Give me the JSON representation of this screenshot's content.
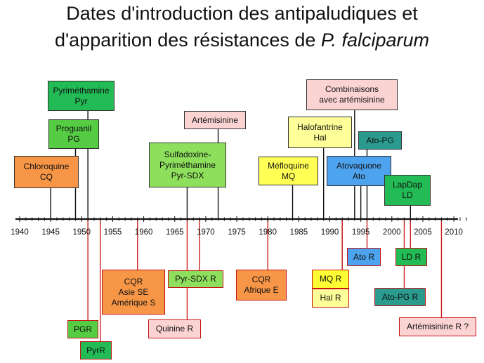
{
  "title": {
    "line1": "Dates d'introduction des antipaludiques et",
    "line2_prefix": "d'apparition des résistances de ",
    "line2_italic": "P. falciparum"
  },
  "colors": {
    "axis": "#111111",
    "drug_stem": "#111111",
    "resistance_stem": "#cc2020",
    "resistance_border": "#c81414"
  },
  "axis": {
    "range": [
      1940,
      2012
    ],
    "ticks": [
      1940,
      1945,
      1950,
      1955,
      1960,
      1965,
      1970,
      1975,
      1980,
      1985,
      1990,
      1995,
      2000,
      2005,
      2010
    ]
  },
  "drugs": [
    {
      "lines": [
        "Chloroquine",
        "CQ"
      ],
      "year": 1945,
      "color": "#f79646"
    },
    {
      "lines": [
        "Proguanil",
        "PG"
      ],
      "year": 1949,
      "color": "#55cc44"
    },
    {
      "lines": [
        "Pyriméthamine",
        "Pyr"
      ],
      "year": 1951,
      "color": "#22bb55"
    },
    {
      "lines": [
        "Sulfadoxine-",
        "Pyriméthamine",
        "Pyr-SDX"
      ],
      "year": 1967,
      "color": "#8ee05c"
    },
    {
      "lines": [
        "Artémisinine"
      ],
      "year": 1972,
      "color": "#fbd3d3"
    },
    {
      "lines": [
        "Méfloquine",
        "MQ"
      ],
      "year": 1984,
      "color": "#ffff55"
    },
    {
      "lines": [
        "Halofantrine",
        "Hal"
      ],
      "year": 1989,
      "color": "#ffff99"
    },
    {
      "lines": [
        "Combinaisons",
        "avec artémisinine"
      ],
      "year": 1994,
      "color": "#fbd3d3"
    },
    {
      "lines": [
        "Atovaquone",
        "Ato"
      ],
      "year": 1995,
      "color": "#4da3ee"
    },
    {
      "lines": [
        "Ato-PG"
      ],
      "year": 1996,
      "color": "#2a9b8e"
    },
    {
      "lines": [
        "LapDap",
        "LD"
      ],
      "year": 2003,
      "color": "#22bb55"
    }
  ],
  "resistances": [
    {
      "lines": [
        "PGR"
      ],
      "year": 1951,
      "color": "#55cc44"
    },
    {
      "lines": [
        "PyrR"
      ],
      "year": 1953,
      "color": "#22bb55"
    },
    {
      "lines": [
        "CQR",
        "Asie SE",
        "Amérique S"
      ],
      "year": 1959,
      "color": "#f79646"
    },
    {
      "lines": [
        "Pyr-SDX R"
      ],
      "year": 1969,
      "color": "#8ee05c"
    },
    {
      "lines": [
        "Quinine R"
      ],
      "year": 1967,
      "color": "#fbd3d3"
    },
    {
      "lines": [
        "CQR",
        "Afrique E"
      ],
      "year": 1980,
      "color": "#f79646"
    },
    {
      "lines": [
        "MQ R"
      ],
      "year": 1992,
      "color": "#ffff33"
    },
    {
      "lines": [
        "Hal R"
      ],
      "year": 1992,
      "color": "#ffff99"
    },
    {
      "lines": [
        "Ato R"
      ],
      "year": 1996,
      "color": "#4da3ee"
    },
    {
      "lines": [
        "LD R"
      ],
      "year": 2003,
      "color": "#22bb55"
    },
    {
      "lines": [
        "Ato-PG R"
      ],
      "year": 2002,
      "color": "#2a9b8e"
    },
    {
      "lines": [
        "Artémisinine R ?"
      ],
      "year": 2008,
      "color": "#fbd3d3"
    }
  ]
}
